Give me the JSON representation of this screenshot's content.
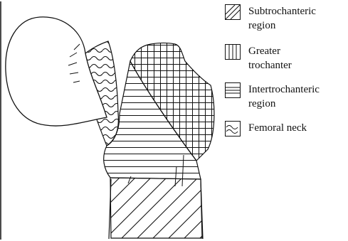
{
  "legend": {
    "items": [
      {
        "id": "subtrochanteric",
        "icon": "diagonal-hatch-swatch",
        "lines": [
          "Subtrochanteric",
          "region"
        ]
      },
      {
        "id": "greater-trochanter",
        "icon": "vertical-hatch-swatch",
        "lines": [
          "Greater",
          "trochanter"
        ]
      },
      {
        "id": "intertrochanteric",
        "icon": "horizontal-hatch-swatch",
        "lines": [
          "Intertrochanteric",
          "region"
        ]
      },
      {
        "id": "femoral-neck",
        "icon": "wavy-hatch-swatch",
        "lines": [
          "Femoral neck"
        ]
      }
    ]
  },
  "colors": {
    "ink": "#111111",
    "background": "#ffffff"
  }
}
